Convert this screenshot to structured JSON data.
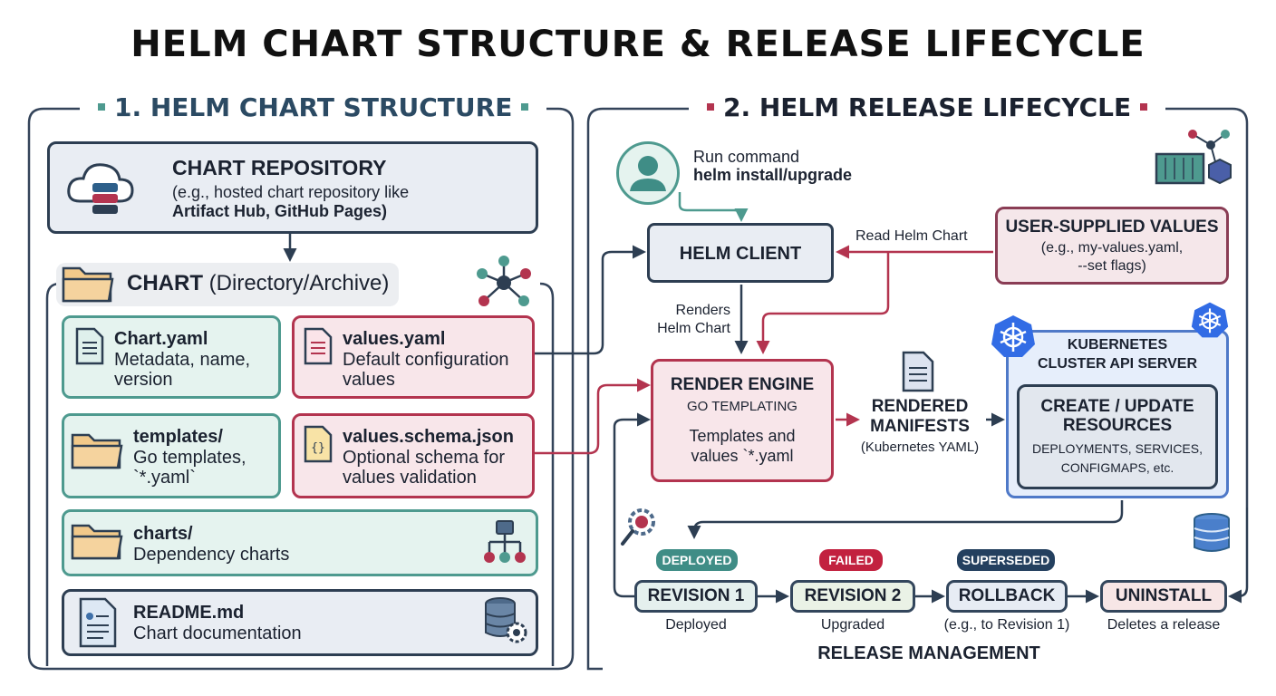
{
  "title": "HELM CHART STRUCTURE & RELEASE LIFECYCLE",
  "section1": {
    "heading": "1. HELM CHART STRUCTURE",
    "repository": {
      "title": "CHART REPOSITORY",
      "line1": "(e.g., hosted chart repository like",
      "line2": "Artifact Hub, GitHub Pages)"
    },
    "chart": {
      "title": "CHART",
      "subtitle": "(Directory/Archive)"
    },
    "files": {
      "chart_yaml": {
        "name": "Chart.yaml",
        "line1": "Metadata, name,",
        "line2": "version"
      },
      "values_yaml": {
        "name": "values.yaml",
        "line1": "Default configuration",
        "line2": "values"
      },
      "templates": {
        "name": "templates/",
        "line1": "Go templates,",
        "line2": "`*.yaml`"
      },
      "values_schema": {
        "name": "values.schema.json",
        "line1": "Optional schema for",
        "line2": "values validation"
      },
      "charts": {
        "name": "charts/",
        "line1": "Dependency charts"
      },
      "readme": {
        "name": "README.md",
        "line1": "Chart documentation"
      }
    }
  },
  "section2": {
    "heading": "2. HELM RELEASE LIFECYCLE",
    "user": {
      "line1": "Run command",
      "line2": "helm install/upgrade"
    },
    "helm_client": "HELM CLIENT",
    "read_label": "Read Helm Chart",
    "renders_label": {
      "line1": "Renders",
      "line2": "Helm Chart"
    },
    "user_values": {
      "title": "USER-SUPPLIED VALUES",
      "line1": "(e.g., my-values.yaml,",
      "line2": "--set flags)"
    },
    "render_engine": {
      "title": "RENDER ENGINE",
      "subtitle": "GO TEMPLATING",
      "line1": "Templates and",
      "line2": "values `*.yaml"
    },
    "rendered": {
      "line1": "RENDERED",
      "line2": "MANIFESTS",
      "line3": "(Kubernetes YAML)"
    },
    "k8s": {
      "title1": "KUBERNETES",
      "title2": "CLUSTER API SERVER",
      "inner_title1": "CREATE / UPDATE",
      "inner_title2": "RESOURCES",
      "inner_line1": "DEPLOYMENTS, SERVICES,",
      "inner_line2": "CONFIGMAPS, etc."
    },
    "revisions": [
      {
        "status": "DEPLOYED",
        "label": "REVISION 1",
        "caption": "Deployed"
      },
      {
        "status": "FAILED",
        "label": "REVISION 2",
        "caption": "Upgraded"
      },
      {
        "status": "SUPERSEDED",
        "label": "ROLLBACK",
        "caption": "(e.g., to Revision 1)"
      },
      {
        "status": "",
        "label": "UNINSTALL",
        "caption": "Deletes a release"
      }
    ],
    "release_management": "RELEASE MANAGEMENT"
  },
  "colors": {
    "navy": "#2d3e52",
    "teal": "#4e9a8f",
    "crimson": "#b3344f",
    "blue": "#4f79c8",
    "deployed_pill": "#3f8d86",
    "failed_pill": "#c2213f",
    "superseded_pill": "#24405f"
  },
  "icons": [
    "cloud-database-icon",
    "folder-icon",
    "network-icon",
    "document-icon",
    "json-file-icon",
    "hierarchy-icon",
    "readme-file-icon",
    "database-gear-icon",
    "user-icon",
    "containers-icon",
    "kubernetes-icon",
    "gear-search-icon",
    "database-icon"
  ]
}
